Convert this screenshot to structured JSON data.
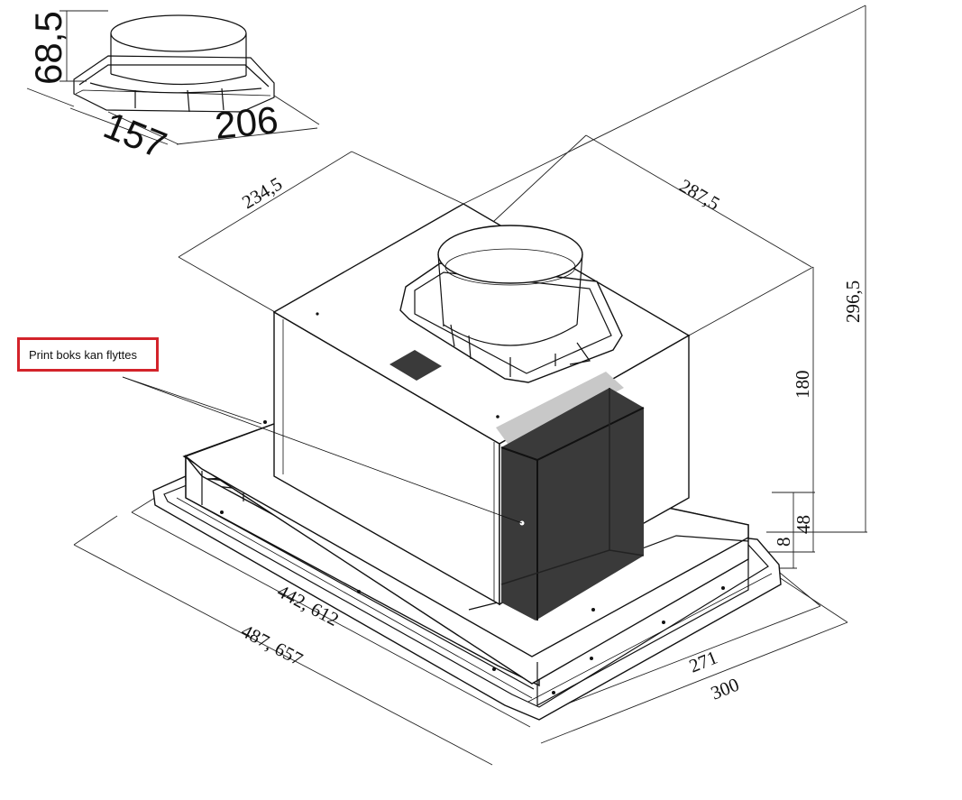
{
  "callout": {
    "text": "Print boks kan flyttes",
    "border_color": "#d3232a"
  },
  "print_box_color": "#3a3a3a",
  "dimensions": {
    "d68_5": "68,5",
    "d206": "206",
    "d157": "157",
    "d234_5": "234,5",
    "d287_5": "287,5",
    "d296_5": "296,5",
    "d180": "180",
    "d8": "8",
    "d48": "48",
    "d442_612": "442, 612",
    "d487_657": "487, 657",
    "d271": "271",
    "d300": "300"
  }
}
